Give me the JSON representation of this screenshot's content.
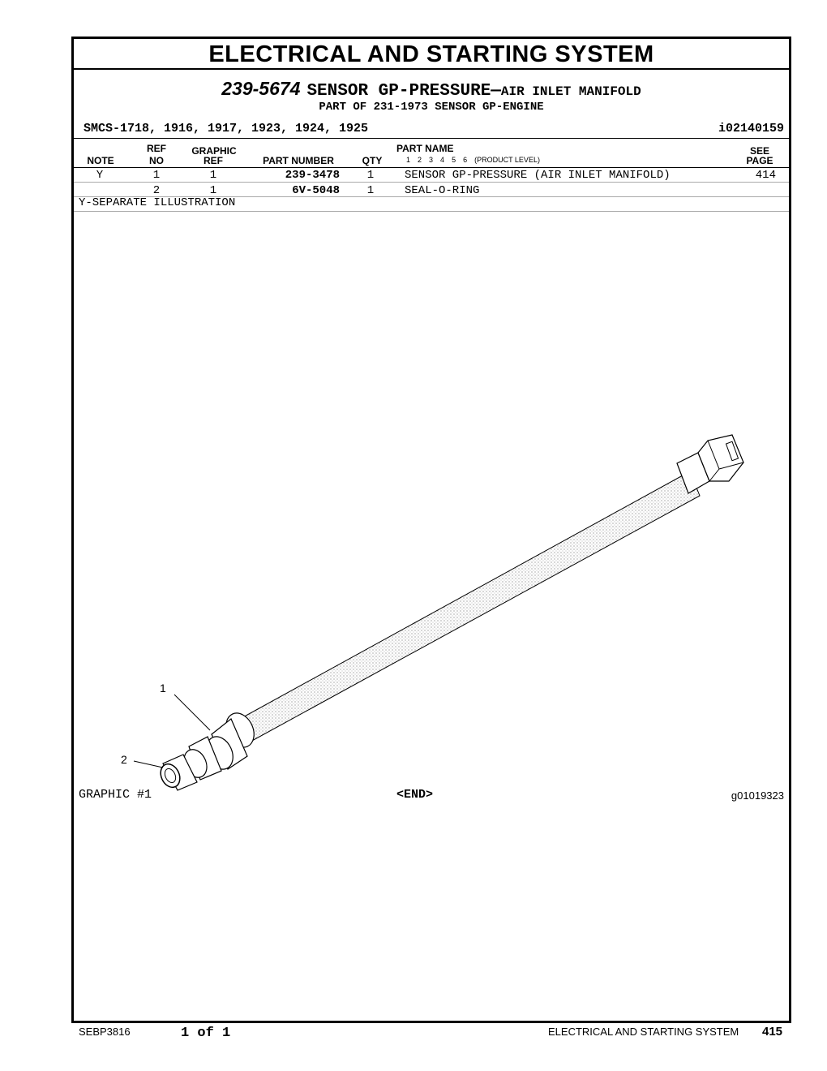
{
  "section_title": "ELECTRICAL AND STARTING SYSTEM",
  "group": {
    "part_number": "239-5674",
    "name": "SENSOR GP-PRESSURE",
    "dash": "—",
    "qualifier": "AIR INLET MANIFOLD",
    "part_of": "PART OF 231-1973 SENSOR GP-ENGINE"
  },
  "smcs": "SMCS-1718, 1916, 1917, 1923, 1924, 1925",
  "info_id": "i02140159",
  "table": {
    "headers": {
      "note": "NOTE",
      "ref_top": "REF",
      "ref_bottom": "NO",
      "graphic_top": "GRAPHIC",
      "graphic_bottom": "REF",
      "part_number": "PART NUMBER",
      "qty": "QTY",
      "part_name": "PART NAME",
      "levels": [
        "1",
        "2",
        "3",
        "4",
        "5",
        "6"
      ],
      "product_level": "(PRODUCT LEVEL)",
      "see_top": "SEE",
      "see_bottom": "PAGE"
    },
    "rows": [
      {
        "note": "Y",
        "ref": "1",
        "graphic_ref": "1",
        "part_number": "239-3478",
        "qty": "1",
        "name": "SENSOR GP-PRESSURE (AIR INLET MANIFOLD)",
        "see_page": "414"
      },
      {
        "note": "",
        "ref": "2",
        "graphic_ref": "1",
        "part_number": "6V-5048",
        "qty": "1",
        "name": "SEAL-O-RING",
        "see_page": ""
      }
    ],
    "footnote": "Y-SEPARATE ILLUSTRATION"
  },
  "illustration": {
    "callouts": [
      "1",
      "2"
    ],
    "graphic_label": "GRAPHIC #1",
    "end_label": "<END>",
    "graphic_id": "g01019323"
  },
  "footer": {
    "doc_id": "SEBP3816",
    "page_of": "1 of 1",
    "section": "ELECTRICAL AND STARTING SYSTEM",
    "page": "415"
  }
}
